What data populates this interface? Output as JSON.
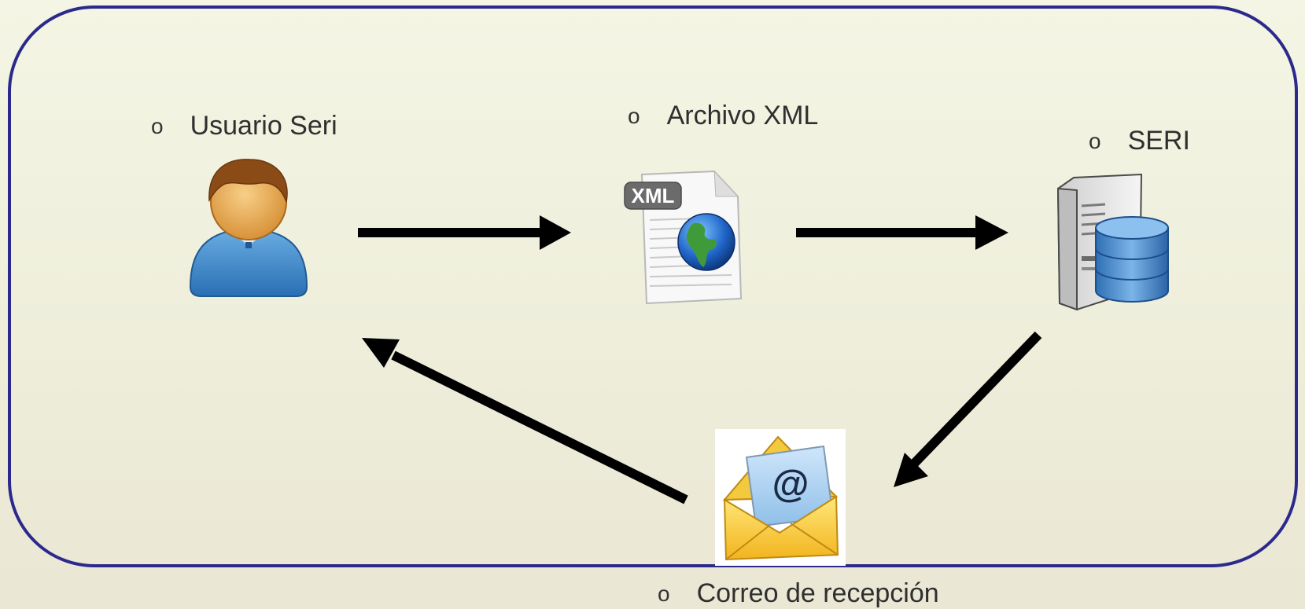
{
  "nodes": {
    "user": {
      "label": "Usuario Seri",
      "bullet": "o",
      "icon": "user-icon"
    },
    "xml": {
      "label": "Archivo XML",
      "bullet": "o",
      "icon": "xml-file-icon",
      "badge": "XML"
    },
    "seri": {
      "label": "SERI",
      "bullet": "o",
      "icon": "server-database-icon"
    },
    "mail": {
      "label": "Correo de recepción",
      "bullet": "o",
      "icon": "email-envelope-icon",
      "symbol": "@"
    }
  },
  "edges": [
    {
      "from": "Usuario Seri",
      "to": "Archivo XML"
    },
    {
      "from": "Archivo XML",
      "to": "SERI"
    },
    {
      "from": "SERI",
      "to": "Correo de recepción"
    },
    {
      "from": "Correo de recepción",
      "to": "Usuario Seri"
    }
  ],
  "colors": {
    "frame": "#2b2a8c",
    "arrow": "#000000",
    "text": "#2f2f2f"
  }
}
